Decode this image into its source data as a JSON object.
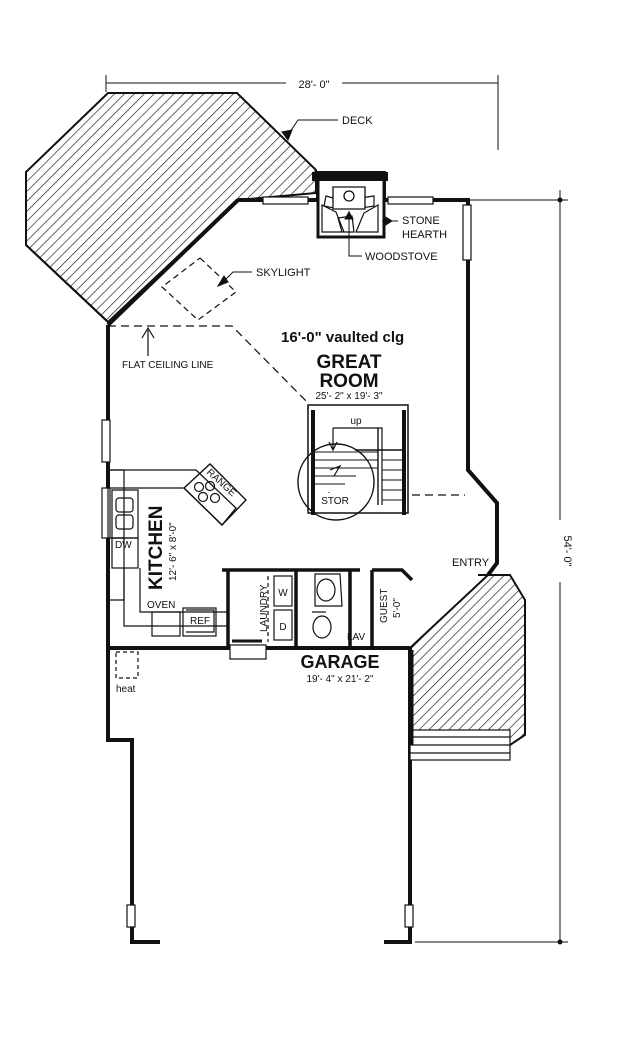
{
  "dimensions": {
    "width": "28'- 0\"",
    "depth": "54'- 0\""
  },
  "rooms": {
    "vaulted": "16'-0\" vaulted clg",
    "great_room_line1": "GREAT",
    "great_room_line2": "ROOM",
    "great_room_size": "25'- 2\" x 19'- 3\"",
    "kitchen": "KITCHEN",
    "kitchen_size": "12'- 6\" x 8'-0\"",
    "garage": "GARAGE",
    "garage_size": "19'- 4\" x 21'- 2\"",
    "laundry": "LAUNDRY",
    "guest": "GUEST",
    "guest_size": "5'-0\"",
    "lav": "LAV",
    "entry": "ENTRY"
  },
  "callouts": {
    "deck": "DECK",
    "stone_hearth_1": "STONE",
    "stone_hearth_2": "HEARTH",
    "woodstove": "WOODSTOVE",
    "skylight": "SKYLIGHT",
    "flat_ceiling": "FLAT CEILING LINE",
    "range": "RANGE",
    "up": "up",
    "stor": "STOR",
    "dw": "DW",
    "oven": "OVEN",
    "ref": "REF",
    "washer": "W",
    "dryer": "D",
    "heat": "heat"
  }
}
